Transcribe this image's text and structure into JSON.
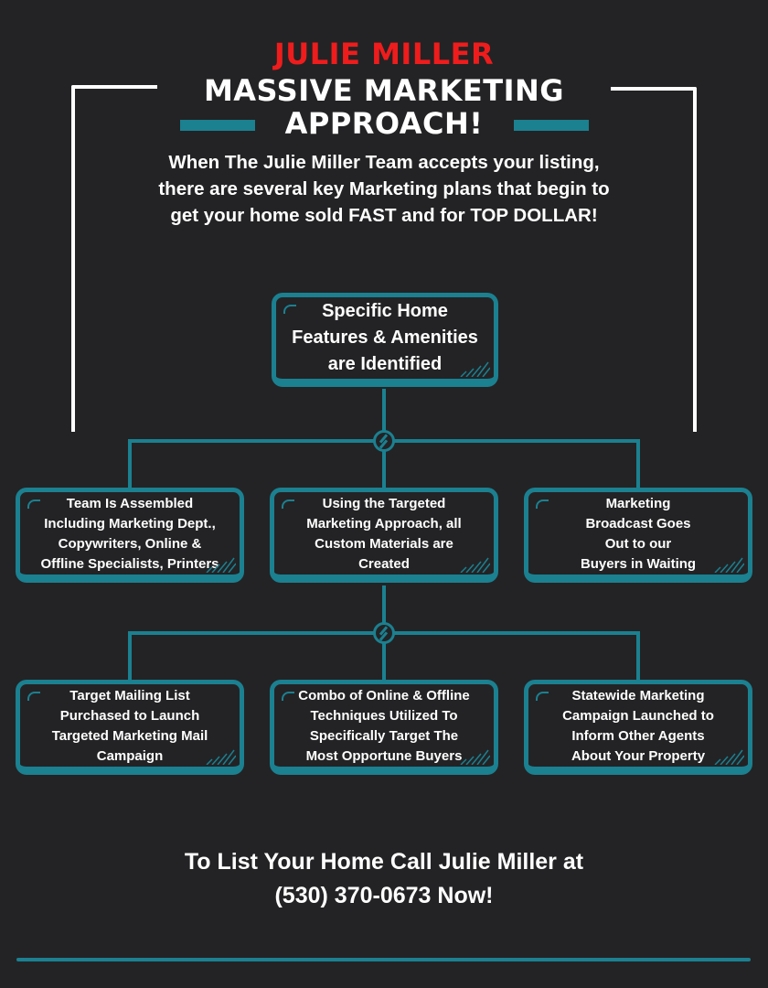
{
  "header": {
    "name": "JULIE MILLER",
    "title_line1": "MASSIVE MARKETING",
    "title_line2": "APPROACH!",
    "intro_lines": [
      "When The Julie Miller Team accepts your listing,",
      "there are several key Marketing plans that begin to",
      "get your home sold FAST and for TOP DOLLAR!"
    ]
  },
  "diagram": {
    "root": {
      "lines": [
        "Specific Home",
        "Features & Amenities",
        "are Identified"
      ]
    },
    "level2": [
      {
        "lines": [
          "Team Is Assembled",
          "Including Marketing Dept.,",
          "Copywriters, Online &",
          "Offline Specialists, Printers"
        ]
      },
      {
        "lines": [
          "Using the Targeted",
          "Marketing Approach, all",
          "Custom Materials are",
          "Created"
        ]
      },
      {
        "lines": [
          "Marketing",
          "Broadcast Goes",
          "Out to our",
          "Buyers in Waiting"
        ]
      }
    ],
    "level3": [
      {
        "lines": [
          "Target Mailing List",
          "Purchased to Launch",
          "Targeted Marketing Mail",
          "Campaign"
        ]
      },
      {
        "lines": [
          "Combo of Online & Offline",
          "Techniques Utilized To",
          "Specifically Target The",
          "Most Opportune Buyers"
        ]
      },
      {
        "lines": [
          "Statewide Marketing",
          "Campaign Launched to",
          "Inform Other Agents",
          "About Your Property"
        ]
      }
    ]
  },
  "cta": {
    "line1": "To List Your Home Call Julie Miller at",
    "line2": "(530) 370-0673 Now!"
  },
  "colors": {
    "background": "#232325",
    "accent_teal": "#1b8090",
    "name_red": "#ee1c1c",
    "text": "#ffffff"
  },
  "icons": {
    "connector_node": "circle-slash-node-icon",
    "box_corner": "corner-accent-icon",
    "box_hatch": "hatch-lines-icon"
  }
}
